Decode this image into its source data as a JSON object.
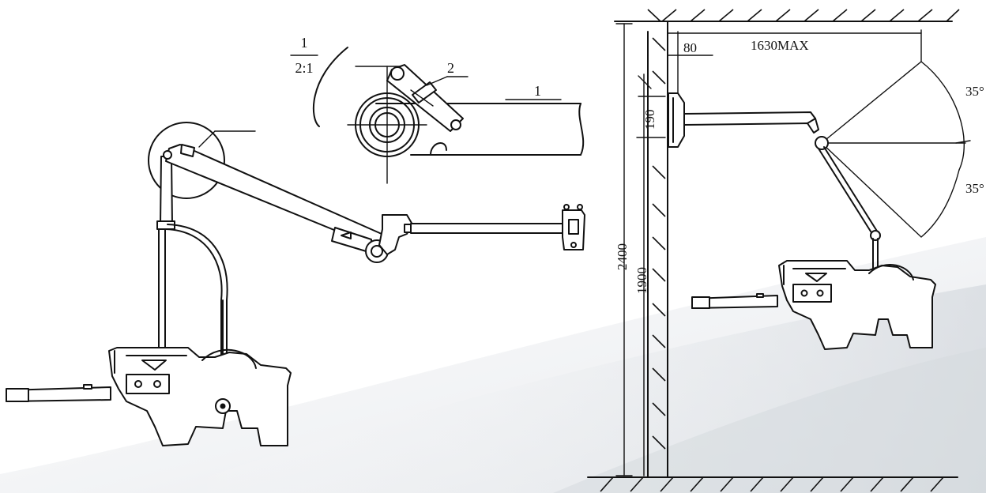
{
  "colors": {
    "background": "#ffffff",
    "line": "#111111",
    "swoosh": "#e3e6ea"
  },
  "detail": {
    "scale_numerator": "1",
    "scale_denominator": "2:1",
    "part_1": "1",
    "part_2": "2"
  },
  "dimensions": {
    "wall_offset": "80",
    "reach": "1630MAX",
    "mount_height": "190",
    "total_height": "2400",
    "arm_height": "1900",
    "angle_up": "35°",
    "angle_down": "35°"
  },
  "icons": [
    "welding-gun-icon",
    "balance-arm-icon",
    "wall-bracket-icon"
  ]
}
